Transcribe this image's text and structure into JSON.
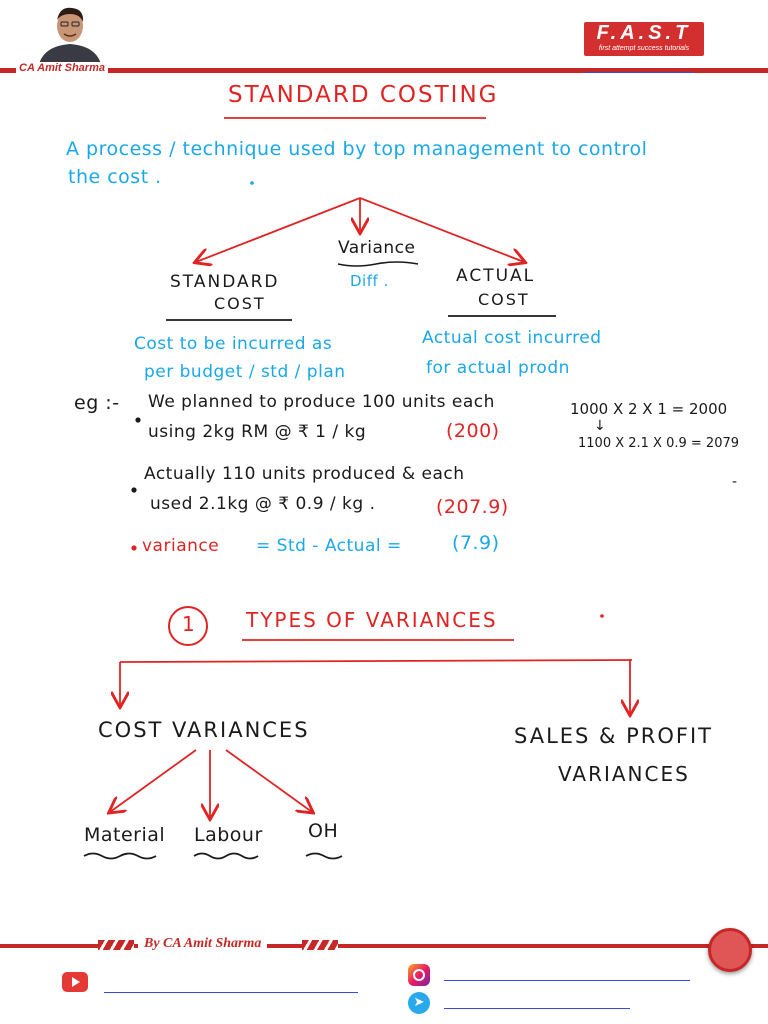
{
  "header": {
    "author_tag": "CA Amit Sharma",
    "logo_main": "F.A.S.T",
    "logo_sub": "first attempt success tutorials"
  },
  "title": "STANDARD COSTING",
  "definition": {
    "line1": "A process / technique used by top management to control",
    "line2": "the cost ."
  },
  "tree1": {
    "variance": "Variance",
    "diff": "Diff .",
    "standard_line1": "STANDARD",
    "standard_line2": "COST",
    "actual_line1": "ACTUAL",
    "actual_line2": "COST",
    "std_desc_line1": "Cost to be incurred as",
    "std_desc_line2": "per budget / std / plan",
    "act_desc_line1": "Actual cost incurred",
    "act_desc_line2": "for actual prodn"
  },
  "example": {
    "eg": "eg :-",
    "b1_line1": "We planned to produce 100 units each",
    "b1_line2": "using 2kg RM @ ₹ 1 / kg",
    "b1_value": "(200)",
    "b2_line1": "Actually 110 units produced & each",
    "b2_line2": "used 2.1kg @ ₹ 0.9 / kg .",
    "b2_value": "(207.9)",
    "b3_label": "variance",
    "b3_formula": "= Std - Actual =",
    "b3_value": "(7.9)",
    "calc1": "1000 X 2 X 1 = 2000",
    "calc_arrow": "↓",
    "calc2": "1100 X 2.1 X 0.9 = 2079",
    "dash": "-"
  },
  "section": {
    "number": "1",
    "heading": "TYPES OF VARIANCES",
    "cost_variances": "COST VARIANCES",
    "sales_line1": "SALES & PROFIT",
    "sales_line2": "VARIANCES",
    "material": "Material",
    "labour": "Labour",
    "oh": "OH"
  },
  "footer": {
    "by": "By CA Amit Sharma"
  },
  "colors": {
    "red": "#e02424",
    "blue": "#1aa8e8",
    "brand": "#c62828"
  }
}
